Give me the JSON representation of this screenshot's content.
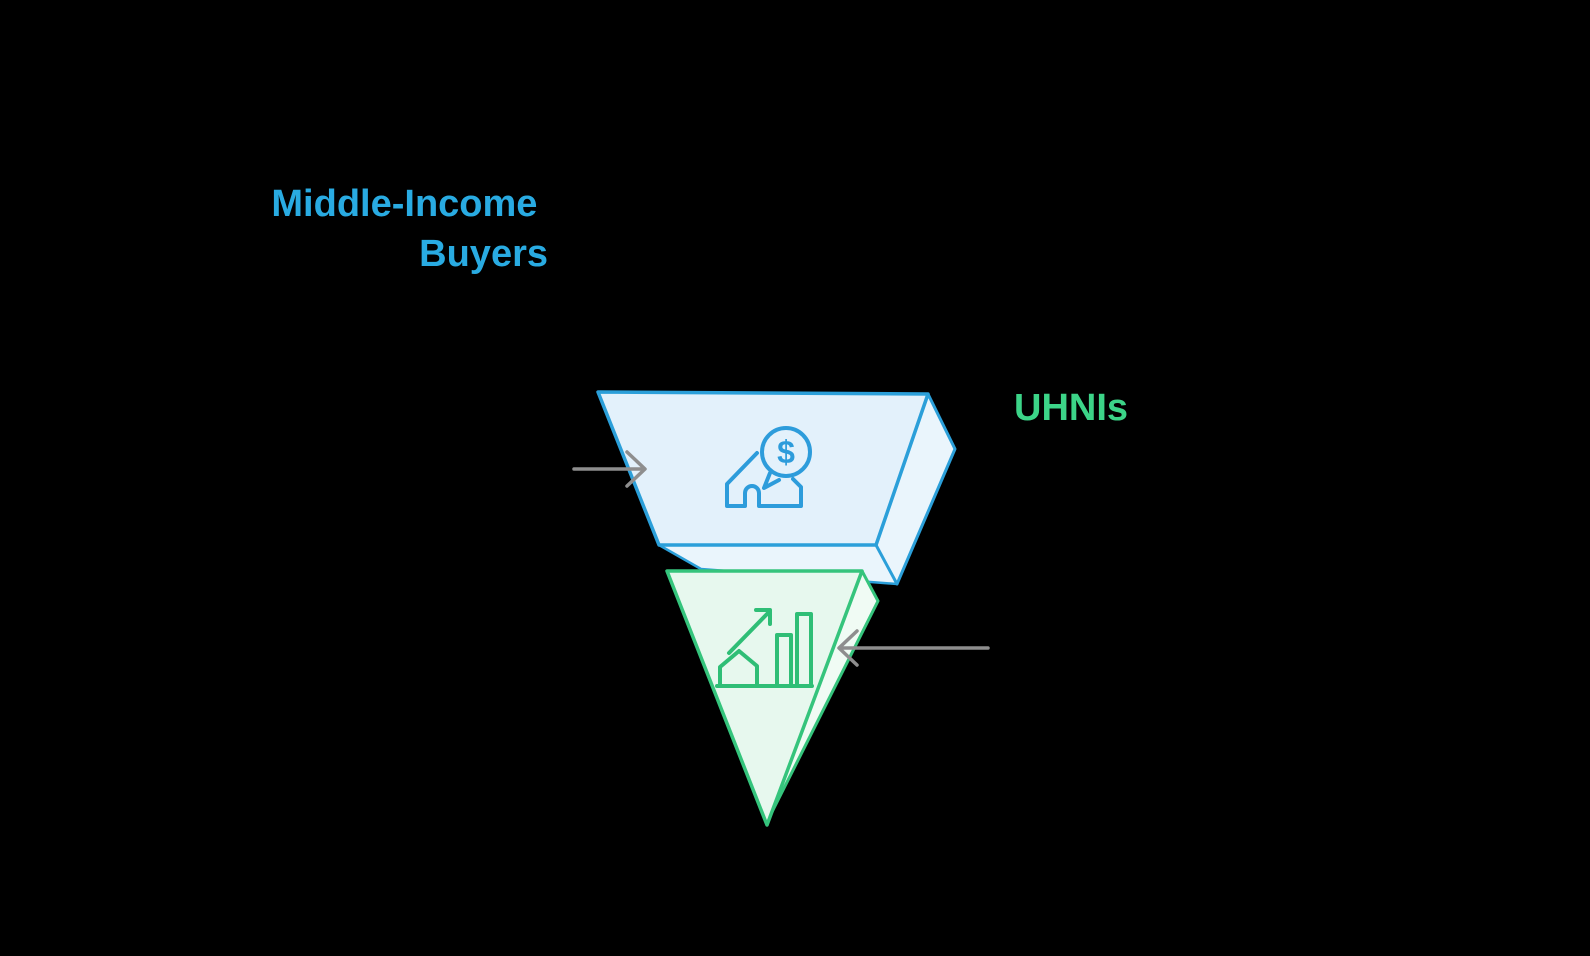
{
  "background": "#000000",
  "diagram": {
    "type": "inverted-funnel",
    "segments": [
      {
        "id": "middle-income-buyers",
        "label": "Middle-Income Buyers",
        "label_lines": [
          "Middle-Income",
          "Buyers"
        ],
        "label_color": "#29ABE2",
        "shape": "trapezoid-3d",
        "fill": "#E3F1FB",
        "side_fill": "#EAF5FC",
        "stroke": "#2B9FD9",
        "icon": "house-dollar-icon",
        "icon_color": "#2D9CDB",
        "icon_glyph": "$"
      },
      {
        "id": "uhnis",
        "label": "UHNIs",
        "label_color": "#3CD488",
        "shape": "inverted-triangle-3d",
        "fill": "#E7F8EE",
        "side_fill": "#F0FBF4",
        "stroke": "#35C47C",
        "icon": "growth-chart-icon",
        "icon_color": "#2FBE76"
      }
    ],
    "connectors": [
      {
        "id": "left-connector",
        "direction": "right",
        "color": "#8E8E8E"
      },
      {
        "id": "right-connector",
        "direction": "left",
        "color": "#8E8E8E"
      }
    ]
  }
}
